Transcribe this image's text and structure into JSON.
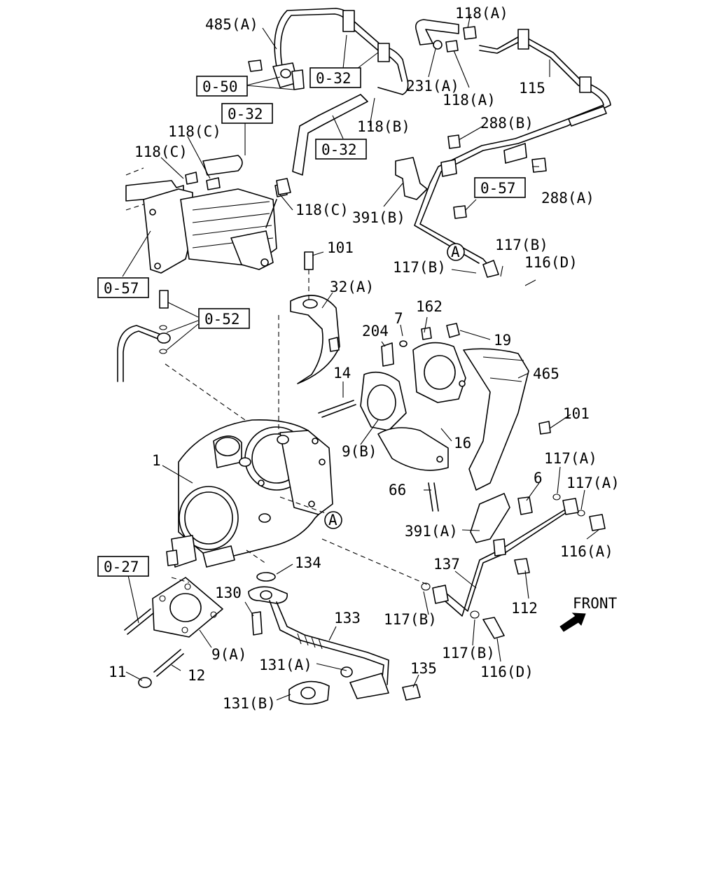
{
  "callouts": {
    "c485A": "485(A)",
    "c118A_top": "118(A)",
    "c231A": "231(A)",
    "c118A_mid": "118(A)",
    "c115": "115",
    "c118B_top": "118(B)",
    "c118C_1": "118(C)",
    "c118C_2": "118(C)",
    "c118C_3": "118(C)",
    "c288B": "288(B)",
    "c288A": "288(A)",
    "c391B": "391(B)",
    "c117B_r": "117(B)",
    "c117B_l": "117(B)",
    "c116D_top": "116(D)",
    "c101_top": "101",
    "c32A": "32(A)",
    "c162": "162",
    "c7": "7",
    "c204": "204",
    "c19": "19",
    "c465": "465",
    "c14": "14",
    "c101_r": "101",
    "c9B": "9(B)",
    "c16": "16",
    "c1": "1",
    "c117A_1": "117(A)",
    "c6": "6",
    "c117A_2": "117(A)",
    "c66": "66",
    "c391A": "391(A)",
    "c116A": "116(A)",
    "c134": "134",
    "c137": "137",
    "c130": "130",
    "c112": "112",
    "c117B_low": "117(B)",
    "c133": "133",
    "c9A": "9(A)",
    "c117B_low2": "117(B)",
    "c116D_low": "116(D)",
    "c131A": "131(A)",
    "c135": "135",
    "c11": "11",
    "c12": "12",
    "c131B": "131(B)"
  },
  "refs": {
    "r050": "0-50",
    "r032_top": "0-32",
    "r032_left": "0-32",
    "r032_mid": "0-32",
    "r057_right": "0-57",
    "r057_left": "0-57",
    "r052": "0-52",
    "r027": "0-27"
  },
  "markers": {
    "circle_a_top": "A",
    "circle_a_turbo": "A"
  },
  "front_label": "FRONT"
}
